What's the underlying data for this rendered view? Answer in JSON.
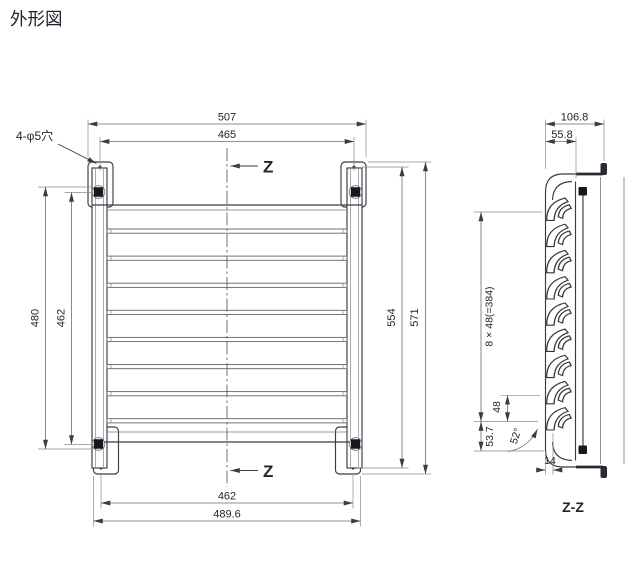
{
  "title": "外形図",
  "front_view": {
    "hole_label": "4-φ5穴",
    "section_letter": "Z",
    "dim_width_overall_top": "507",
    "dim_hole_span_top": "465",
    "dim_hole_span_left": "480",
    "dim_bolt_span_left": "462",
    "dim_hole_span_right": "554",
    "dim_height_overall": "571",
    "dim_hole_span_bottom": "462",
    "dim_width_overall_bottom": "489.6"
  },
  "side_view": {
    "section_title": "Z-Z",
    "dim_depth_overall": "106.8",
    "dim_depth_frame": "55.8",
    "dim_blade_pitch_total": "8 × 48(=384)",
    "dim_blade_pitch": "48",
    "dim_blade_angle": "52°",
    "dim_bottom_margin": "53.7",
    "dim_lip_depth": "14"
  }
}
